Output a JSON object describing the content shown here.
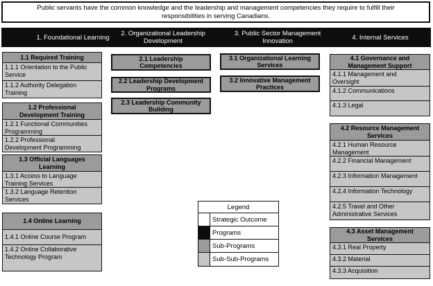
{
  "banner": {
    "text": "Public servants have the common knowledge and the leadership and management competencies they require to fulfill their\nresponsibilities in serving Canadians."
  },
  "programs": [
    "1. Foundational Learning",
    "2. Organizational Leadership\nDevelopment",
    "3. Public Sector Management\nInnovation",
    "4. Internal Services"
  ],
  "foundational_learning": {
    "groups": [
      {
        "header": "1.1 Required Training",
        "items": [
          "1.1.1 Orientation to the Public\nService",
          "1.1.2 Authority Delegation\nTraining"
        ]
      },
      {
        "header": "1.2 Professional\nDevelopment Training",
        "items": [
          "1.2.1 Functional Communities\nProgramming",
          "1.2.2 Professional\nDevelopment Programming"
        ]
      },
      {
        "header": "1.3 Official Languages\nLearning",
        "items": [
          "1.3.1 Access to Language\nTraining Services",
          "1.3.2 Language Retention\nServices"
        ]
      },
      {
        "header": "1.4 Online Learning",
        "items": [
          "1.4.1 Online Course Program",
          "1.4.2 Online Collaborative\nTechnology Program"
        ]
      }
    ]
  },
  "organizational_leadership": {
    "boxes": [
      "2.1 Leadership\nCompetencies",
      "2.2 Leadership Development\nPrograms",
      "2.3 Leadership Community\nBuilding"
    ]
  },
  "public_sector_innovation": {
    "boxes": [
      "3.1 Organizational Learning\nServices",
      "3.2 Innovative Management\nPractices"
    ]
  },
  "internal_services": {
    "groups": [
      {
        "header": "4.1 Governance and\nManagement Support",
        "items": [
          "4.1.1 Management and\nOversight",
          "4.1.2 Communications",
          "4.1.3 Legal"
        ]
      },
      {
        "header": "4.2 Resource Management\nServices",
        "items": [
          "4.2.1 Human Resource\nManagement",
          "4.2.2 Financial Management",
          "4.2.3 Information Management",
          "4.2.4 Information Technology",
          "4.2.5 Travel and Other\nAdministrative Services"
        ]
      },
      {
        "header": "4.3 Asset Management\nServices",
        "items": [
          "4.3.1 Real Property",
          "4.3.2 Material",
          "4.3.3 Acquisition"
        ]
      }
    ]
  },
  "legend": {
    "title": "Legend",
    "rows": [
      {
        "label": "Strategic Outcome",
        "swatch_color": "#ffffff"
      },
      {
        "label": "Programs",
        "swatch_color": "#0d0d0d"
      },
      {
        "label": "Sub-Programs",
        "swatch_color": "#9b9b9b"
      },
      {
        "label": "Sub-Sub-Programs",
        "swatch_color": "#c6c6c6"
      }
    ]
  },
  "colors": {
    "program_bar": "#0d0d0d",
    "sub_program": "#9b9b9b",
    "sub_sub_program": "#c6c6c6",
    "border": "#111111",
    "background": "#ffffff"
  }
}
